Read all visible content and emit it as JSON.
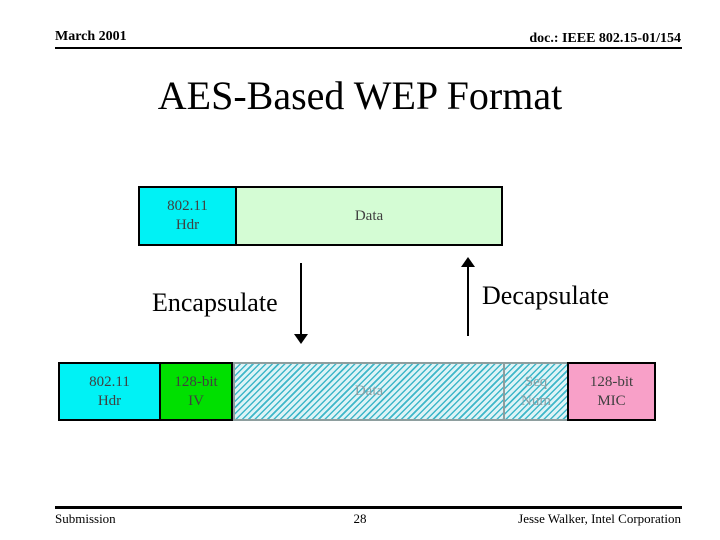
{
  "slide": {
    "header": {
      "date": "March 2001",
      "doc_ref": "doc.: IEEE 802.15-01/154"
    },
    "title": "AES-Based WEP Format",
    "footer": {
      "left": "Submission",
      "page_number": "28",
      "right": "Jesse Walker, Intel Corporation"
    }
  },
  "diagram": {
    "labels": {
      "encapsulate": "Encapsulate",
      "decapsulate": "Decapsulate"
    },
    "top_row": {
      "hdr": {
        "line1": "802.11",
        "line2": "Hdr"
      },
      "data": {
        "line1": "Data"
      }
    },
    "bottom_row": {
      "hdr": {
        "line1": "802.11",
        "line2": "Hdr"
      },
      "iv": {
        "line1": "128-bit",
        "line2": "IV"
      },
      "data": {
        "line1": "Data"
      },
      "seq": {
        "line1": "Seq",
        "line2": "Num"
      },
      "mic": {
        "line1": "128-bit",
        "line2": "MIC"
      }
    }
  },
  "colors": {
    "cyan_box": "#00F2F5",
    "green_box": "#00E000",
    "pale_green_box": "#D4FCD4",
    "pink_box": "#F8A0C8",
    "hatch_stripe": "#3FB7C9",
    "hatch_background": "#DDF3F6",
    "hatch_text": "#8DA0A4",
    "hatch_border": "#8E9E9E",
    "box_text": "#404040",
    "line_and_text": "#000000"
  }
}
